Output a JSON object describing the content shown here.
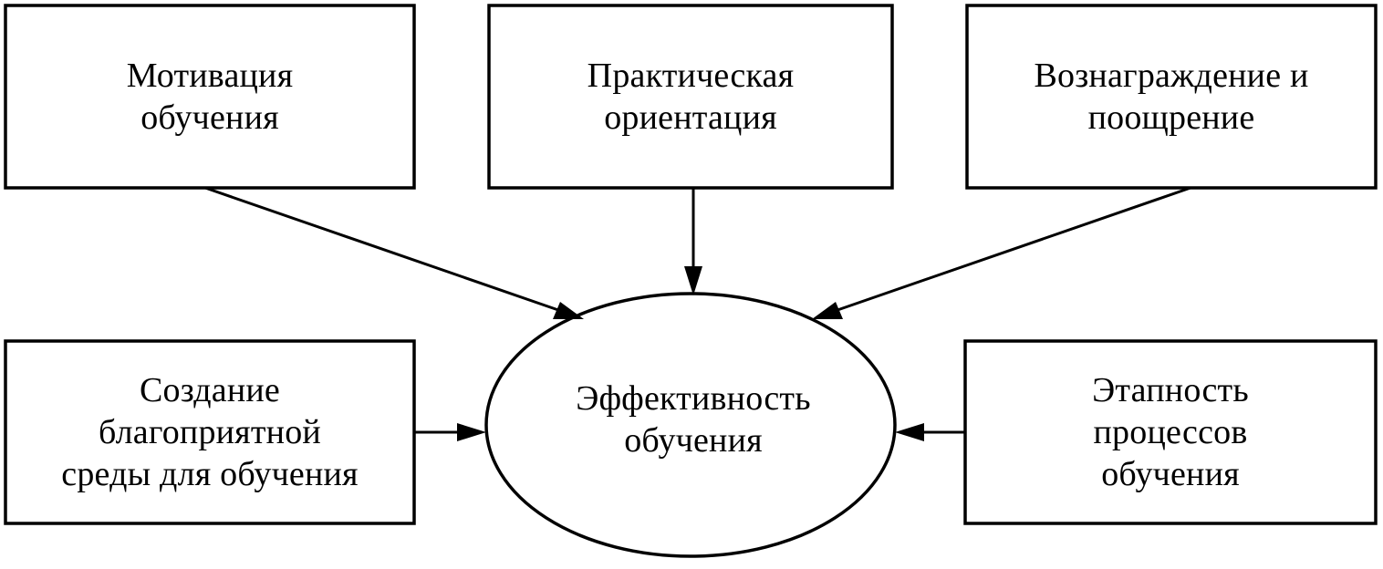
{
  "diagram": {
    "center": {
      "lines": [
        "Эффективность",
        "обучения"
      ]
    },
    "nodes": {
      "motivation": {
        "lines": [
          "Мотивация",
          "обучения"
        ]
      },
      "practical": {
        "lines": [
          "Практическая",
          "ориентация"
        ]
      },
      "reward": {
        "lines": [
          "Вознаграждение и",
          "поощрение"
        ]
      },
      "environment": {
        "lines": [
          "Создание",
          "благоприятной",
          "среды для обучения"
        ]
      },
      "stages": {
        "lines": [
          "Этапность",
          "процессов",
          "обучения"
        ]
      }
    },
    "colors": {
      "stroke": "#000000",
      "background": "#ffffff"
    }
  }
}
